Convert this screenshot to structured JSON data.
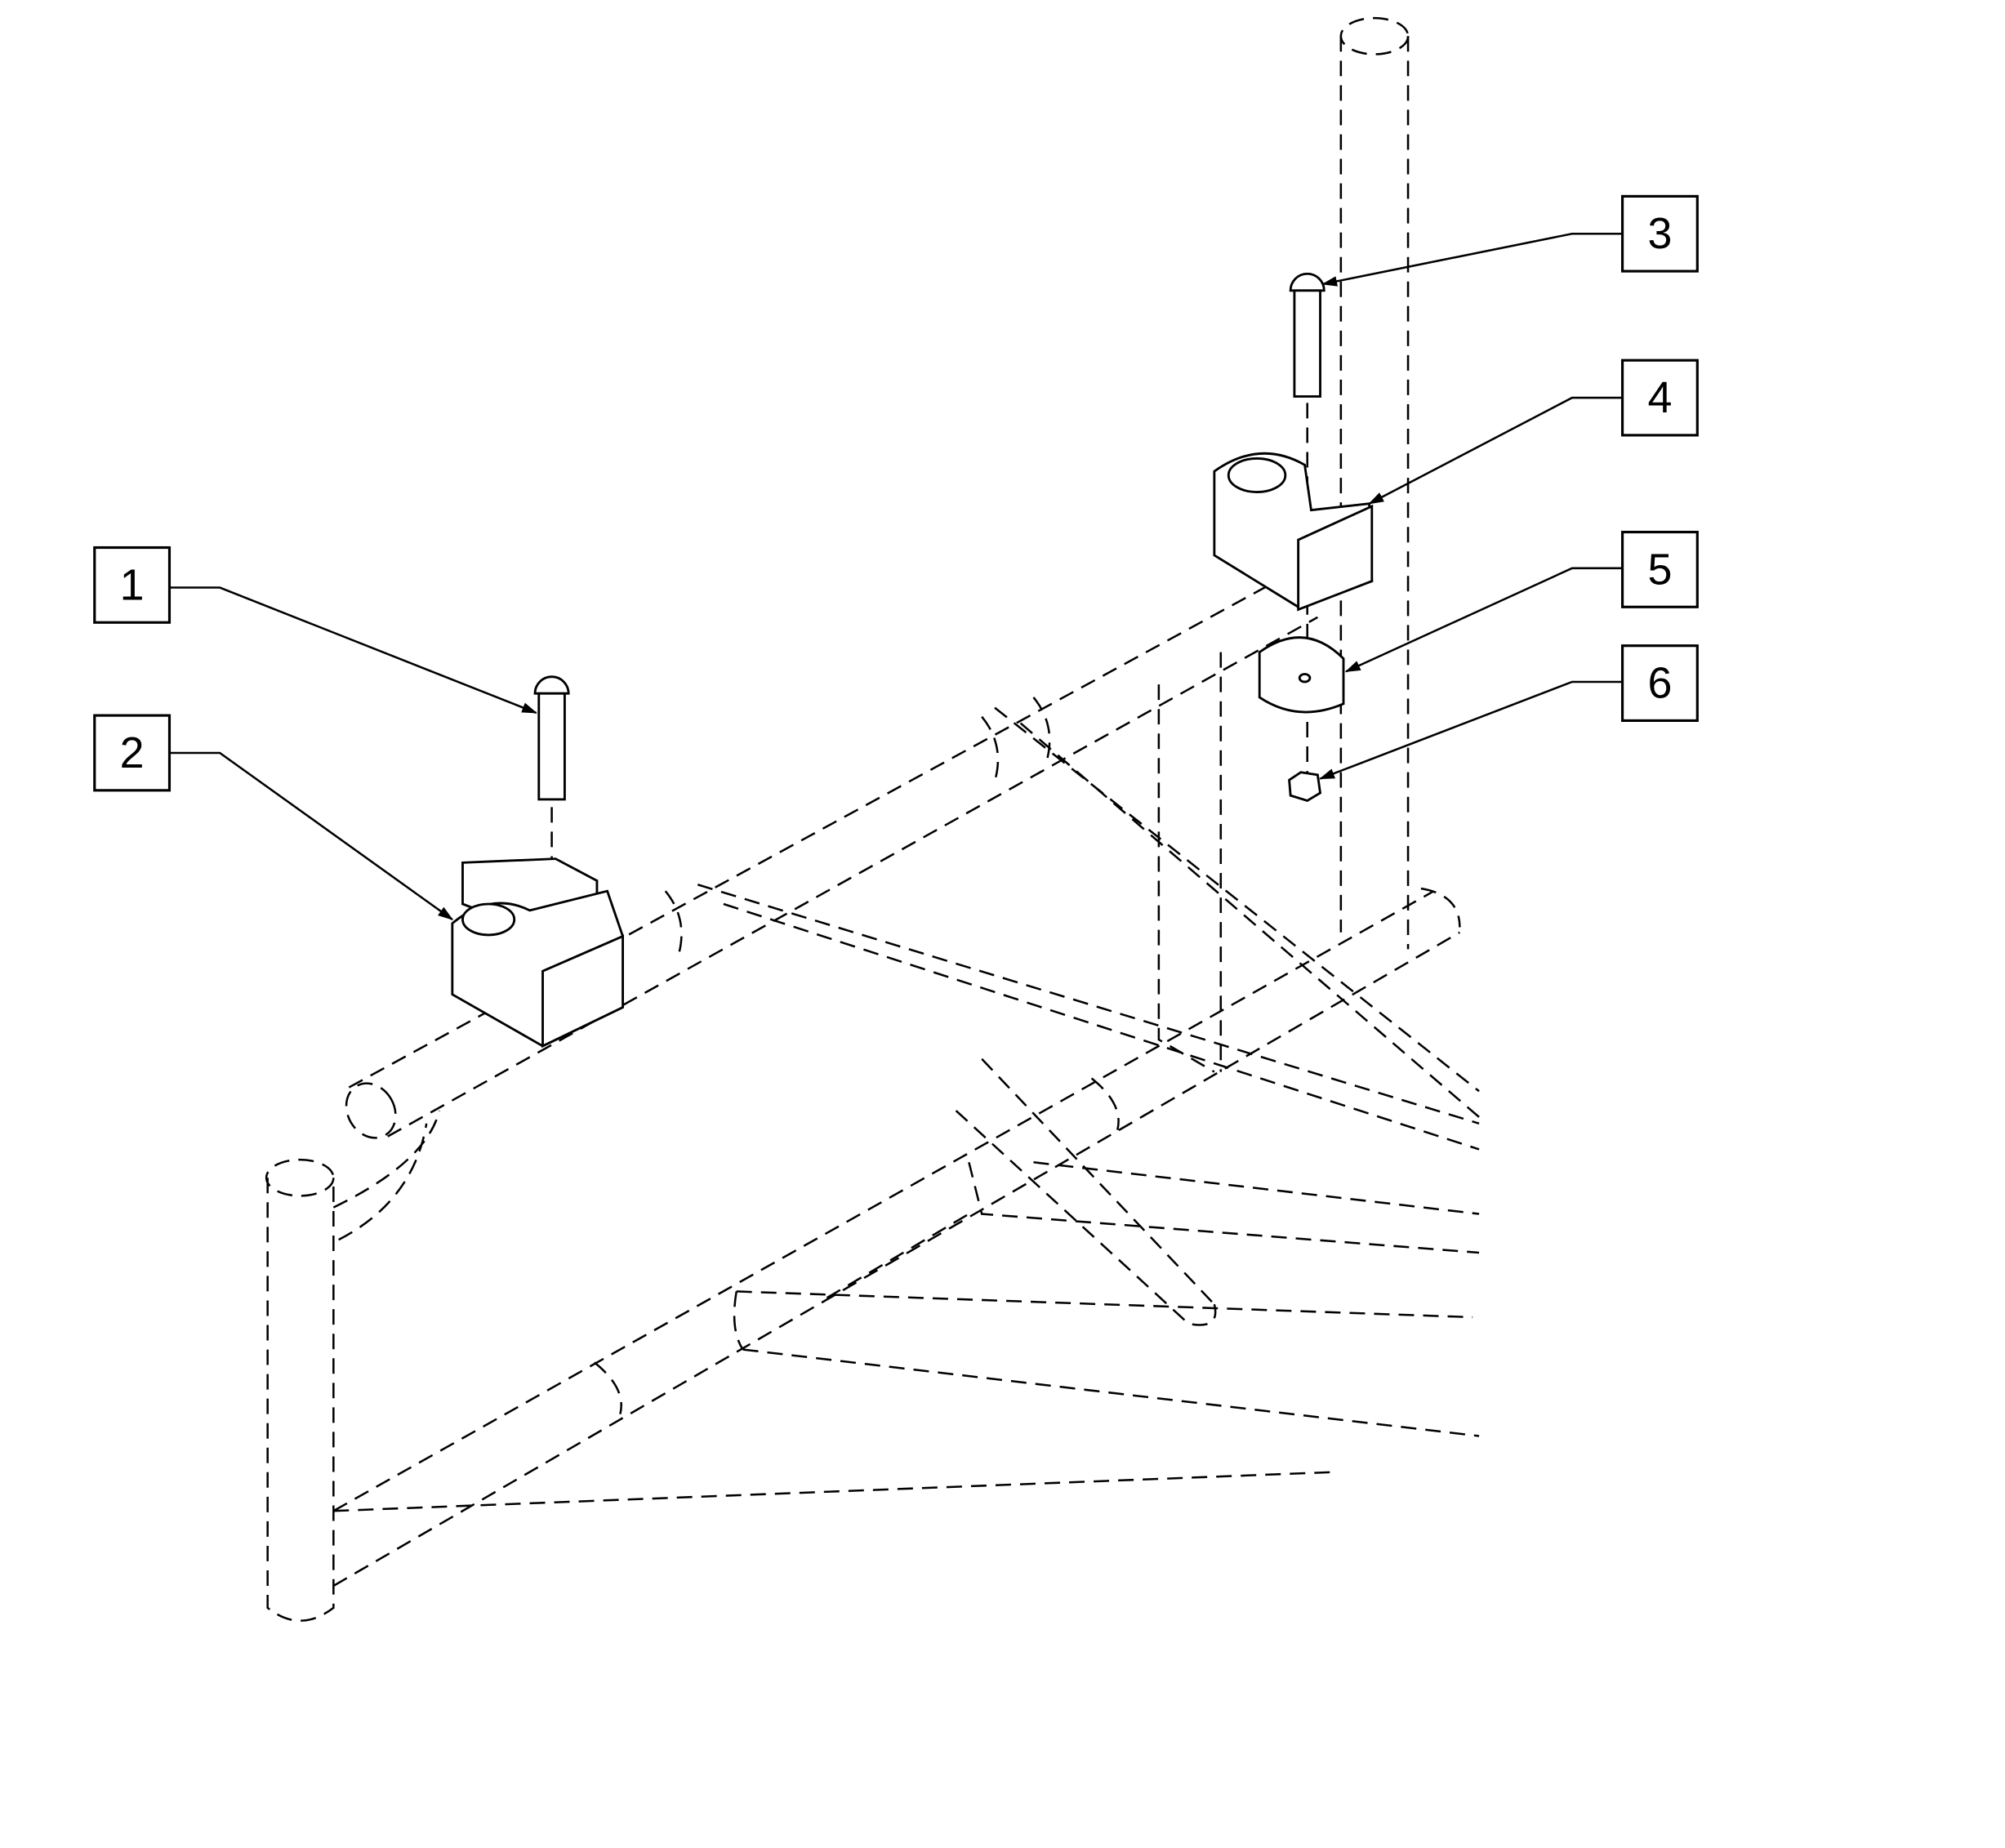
{
  "diagram": {
    "type": "exploded-assembly",
    "callouts": [
      {
        "label": "1",
        "part": "button-head-screw-left"
      },
      {
        "label": "2",
        "part": "clamp-left"
      },
      {
        "label": "3",
        "part": "button-head-screw-right"
      },
      {
        "label": "4",
        "part": "clamp-right"
      },
      {
        "label": "5",
        "part": "spacer"
      },
      {
        "label": "6",
        "part": "lock-nut"
      }
    ],
    "line_color": "#000000",
    "background": "#ffffff"
  }
}
